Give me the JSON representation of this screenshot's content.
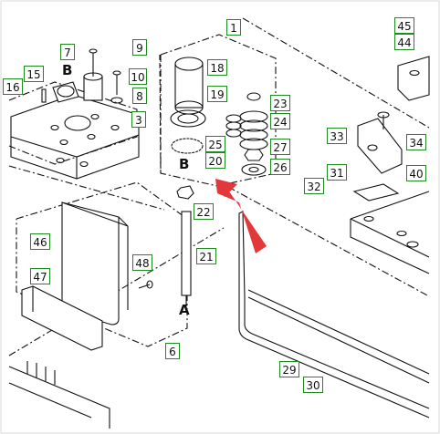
{
  "diagram": {
    "accent_color": "#1f8a1f",
    "arrow_color": "#e2383a",
    "callouts": [
      {
        "id": "c1",
        "text": "1"
      },
      {
        "id": "c3",
        "text": "3"
      },
      {
        "id": "c6",
        "text": "6"
      },
      {
        "id": "c7",
        "text": "7"
      },
      {
        "id": "c8",
        "text": "8"
      },
      {
        "id": "c9",
        "text": "9"
      },
      {
        "id": "c10",
        "text": "10"
      },
      {
        "id": "c15",
        "text": "15"
      },
      {
        "id": "c16",
        "text": "16"
      },
      {
        "id": "c18",
        "text": "18"
      },
      {
        "id": "c19",
        "text": "19"
      },
      {
        "id": "c20",
        "text": "20"
      },
      {
        "id": "c21",
        "text": "21"
      },
      {
        "id": "c22",
        "text": "22"
      },
      {
        "id": "c23",
        "text": "23"
      },
      {
        "id": "c24",
        "text": "24"
      },
      {
        "id": "c25",
        "text": "25"
      },
      {
        "id": "c26",
        "text": "26"
      },
      {
        "id": "c27",
        "text": "27"
      },
      {
        "id": "c29",
        "text": "29"
      },
      {
        "id": "c30",
        "text": "30"
      },
      {
        "id": "c31",
        "text": "31"
      },
      {
        "id": "c32",
        "text": "32"
      },
      {
        "id": "c33",
        "text": "33"
      },
      {
        "id": "c34",
        "text": "34"
      },
      {
        "id": "c40",
        "text": "40"
      },
      {
        "id": "c44",
        "text": "44"
      },
      {
        "id": "c45",
        "text": "45"
      },
      {
        "id": "c46",
        "text": "46"
      },
      {
        "id": "c47",
        "text": "47"
      },
      {
        "id": "c48",
        "text": "48"
      }
    ],
    "reference_letters": {
      "b_top": "B",
      "b_mid": "B",
      "a_bottom": "A"
    }
  }
}
